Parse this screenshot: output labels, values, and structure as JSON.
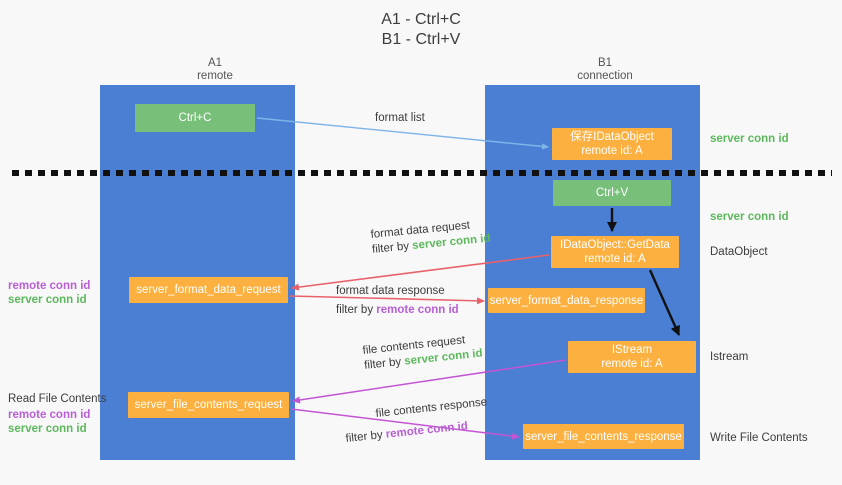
{
  "title": {
    "line1": "A1 - Ctrl+C",
    "line2": "B1 - Ctrl+V"
  },
  "columns": [
    {
      "name": "A1",
      "sub": "remote"
    },
    {
      "name": "B1",
      "sub": "connection"
    }
  ],
  "nodes": {
    "ctrl_c": {
      "line1": "Ctrl+C",
      "line2": "",
      "color": "#78c07a"
    },
    "store_dataobj": {
      "line1": "保存IDataObject",
      "line2": "remote id: A",
      "color": "#fbb040"
    },
    "ctrl_v": {
      "line1": "Ctrl+V",
      "line2": "",
      "color": "#78c07a"
    },
    "getdata": {
      "line1": "IDataObject::GetData",
      "line2": "remote id: A",
      "color": "#fbb040"
    },
    "server_format_data_request": {
      "line1": "server_format_data_request",
      "line2": "",
      "color": "#fbb040"
    },
    "server_format_data_response": {
      "line1": "server_format_data_response",
      "line2": "",
      "color": "#fbb040"
    },
    "istream": {
      "line1": "IStream",
      "line2": "remote id: A",
      "color": "#fbb040"
    },
    "server_file_contents_request": {
      "line1": "server_file_contents_request",
      "line2": "",
      "color": "#fbb040"
    },
    "server_file_contents_response": {
      "line1": "server_file_contents_response",
      "line2": "",
      "color": "#fbb040"
    }
  },
  "edges": {
    "format_list": "format list",
    "format_data_request": "format data request",
    "format_data_request_filter_prefix": "filter by ",
    "format_data_request_filter_key": "server conn id",
    "format_data_response": "format data response",
    "format_data_response_filter_prefix": "filter by ",
    "format_data_response_filter_key": "remote conn id",
    "file_contents_request": "file contents request",
    "file_contents_request_filter_prefix": "filter by ",
    "file_contents_request_filter_key": "server conn id",
    "file_contents_response": "file contents response",
    "file_contents_response_filter_prefix": "filter by ",
    "file_contents_response_filter_key": "remote conn id"
  },
  "side_labels": {
    "server_conn_id_top": "server conn id",
    "server_conn_id_mid": "server conn id",
    "dataobject": "DataObject",
    "istream": "Istream",
    "write_file_contents": "Write File Contents"
  },
  "left_labels": {
    "mid_remote": "remote conn id",
    "mid_server": "server conn id",
    "read_file_contents": "Read File Contents",
    "bot_remote": "remote conn id",
    "bot_server": "server conn id"
  },
  "colors": {
    "lane": "#4a7fd4",
    "green_box": "#78c07a",
    "orange_box": "#fbb040",
    "green_text": "#5cb85c",
    "purple_text": "#b95fd6",
    "red_arrow": "#e8626c",
    "magenta_arrow": "#c355d4",
    "blue_arrow": "#7fb4e8",
    "black_arrow": "#111111",
    "background": "#f8f8f8"
  }
}
